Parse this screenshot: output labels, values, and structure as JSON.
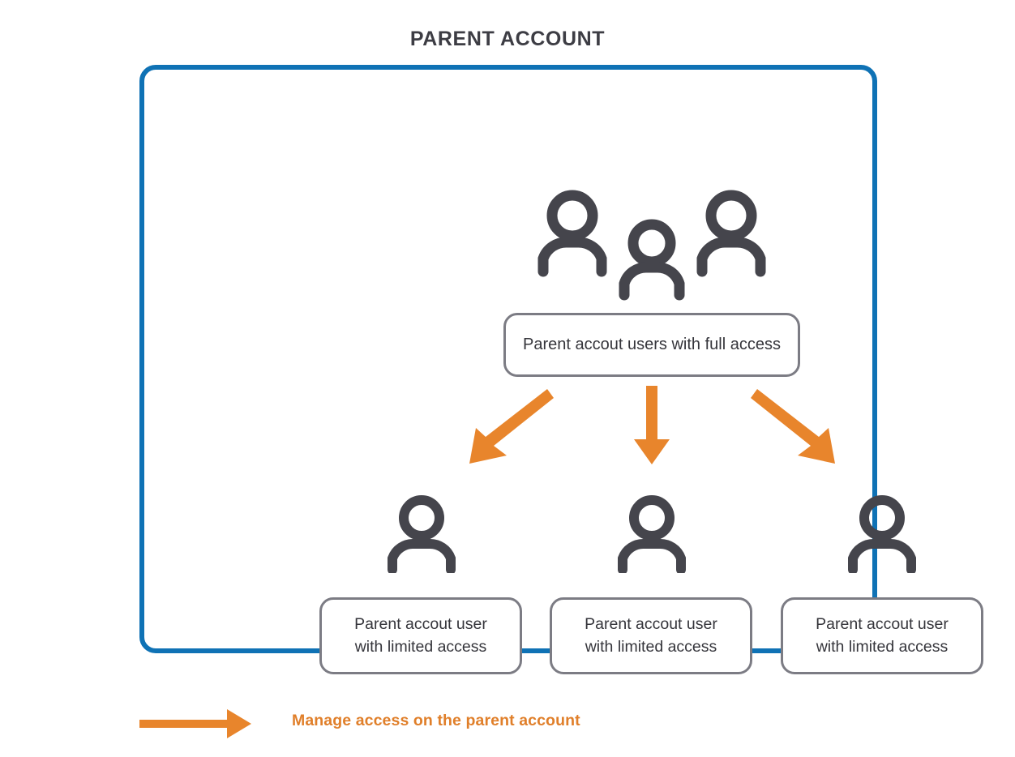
{
  "title": "PARENT ACCOUNT",
  "colors": {
    "container_border": "#0f72b5",
    "box_border": "#7c7c84",
    "icon": "#45454c",
    "arrow": "#e8852c",
    "legend_text": "#e07f2a",
    "title_text": "#3d3d44",
    "background": "#ffffff"
  },
  "parent_box": {
    "full_access": {
      "icon": "three-people-icon",
      "label": "Parent accout users with full access"
    },
    "limited_users": [
      {
        "icon": "person-icon",
        "label_line1": "Parent accout user",
        "label_line2": "with limited access"
      },
      {
        "icon": "person-icon",
        "label_line1": "Parent accout user",
        "label_line2": "with limited access"
      },
      {
        "icon": "person-icon",
        "label_line1": "Parent accout user",
        "label_line2": "with limited access"
      }
    ],
    "connectors": [
      {
        "icon": "arrow-down-left-icon"
      },
      {
        "icon": "arrow-down-icon"
      },
      {
        "icon": "arrow-down-right-icon"
      }
    ]
  },
  "legend": {
    "icon": "arrow-right-icon",
    "text": "Manage access on the parent account"
  }
}
